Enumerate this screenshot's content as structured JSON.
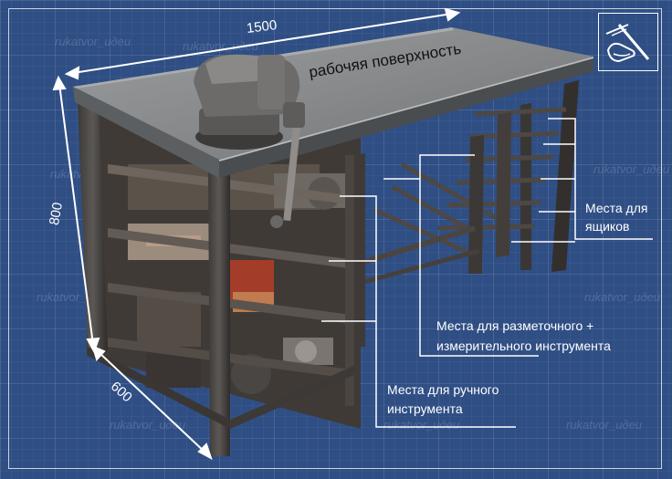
{
  "dimensions": {
    "length": "1500",
    "height": "800",
    "depth": "600"
  },
  "labels": {
    "work_surface": "рабочяя поверхность",
    "drawer_places_line1": "Места для",
    "drawer_places_line2": "ящиков",
    "marking_line1": "Места для разметочного +",
    "marking_line2": "измерительного инструмента",
    "hand_tools_line1": "Места для ручного",
    "hand_tools_line2": "инструмента"
  },
  "watermark": "rukatvor_идеи",
  "logo": {
    "icon": "hand-drawing-pen-logo"
  },
  "colors": {
    "background": "#2f4e84",
    "annotation": "#ffffff",
    "metal": "#7d7f80"
  }
}
